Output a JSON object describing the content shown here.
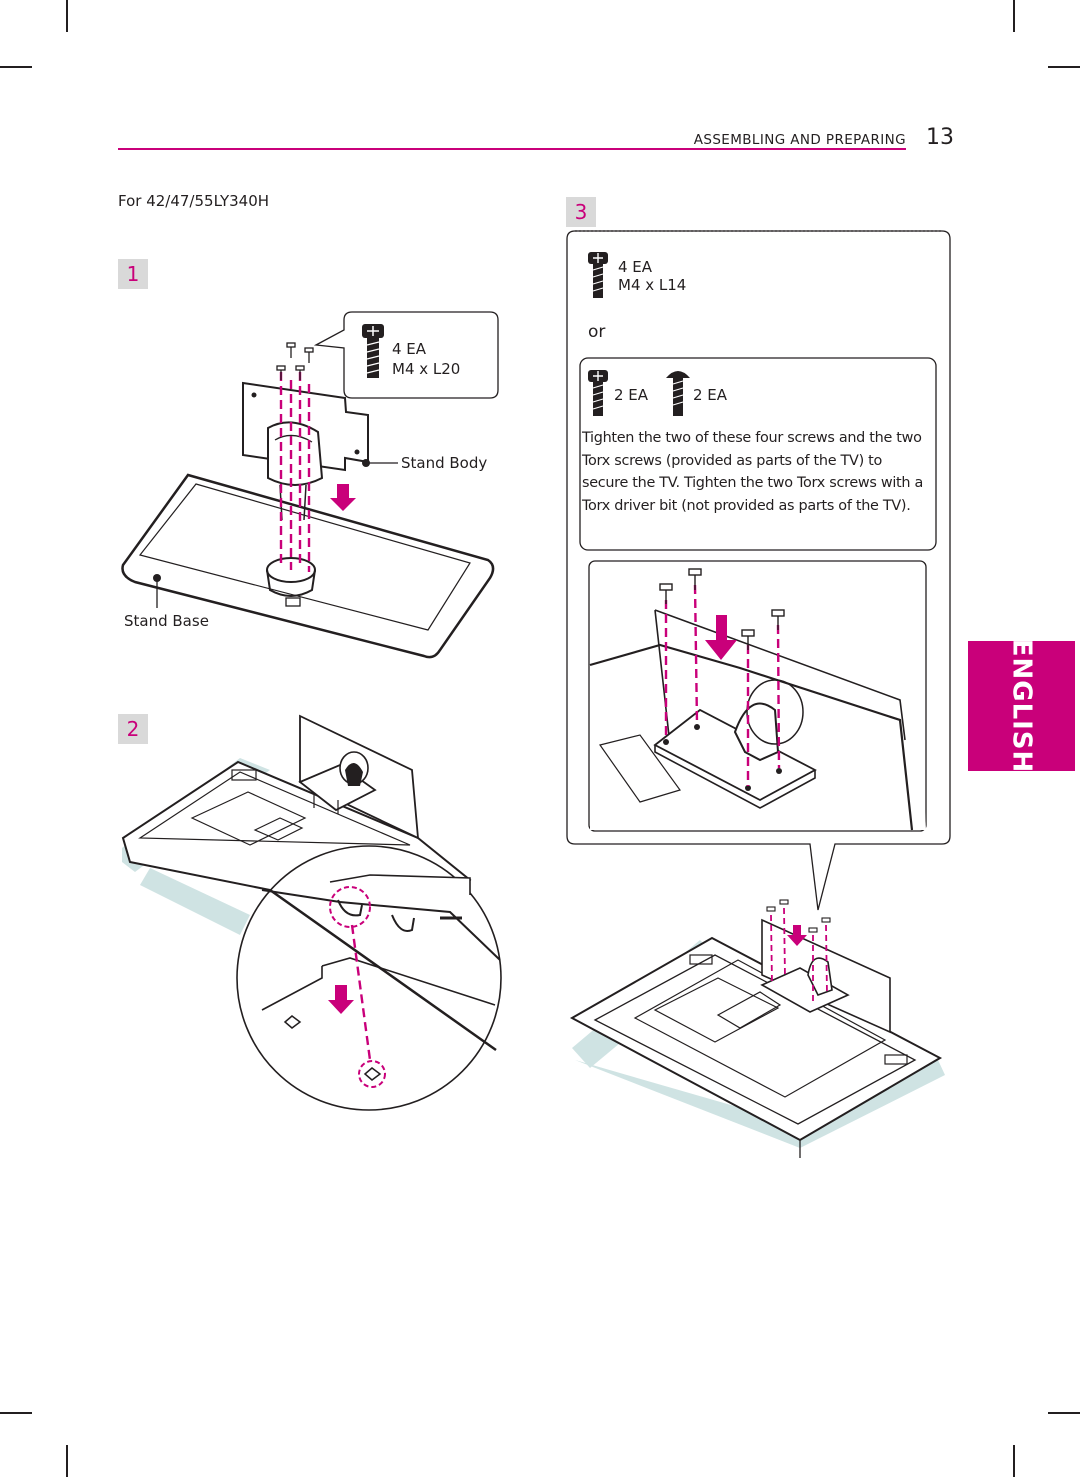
{
  "header": {
    "section_title": "ASSEMBLING AND PREPARING",
    "page_number": "13"
  },
  "language_tab": "ENGLISH",
  "model_label": "For 42/47/55LY340H",
  "steps": [
    {
      "number": "1",
      "screw_qty": "4 EA",
      "screw_spec": "M4 x L20",
      "labels": {
        "stand_body": "Stand Body",
        "stand_base": "Stand Base"
      }
    },
    {
      "number": "2"
    },
    {
      "number": "3",
      "screw_option_a": {
        "qty": "4 EA",
        "spec": "M4 x L14"
      },
      "or_text": "or",
      "screw_option_b": {
        "qty_phillips": "2 EA",
        "qty_torx": "2 EA"
      },
      "description": "Tighten the two of these four screws and the two Torx screws (provided as parts of the TV) to secure the TV. Tighten the two Torx screws with a Torx driver bit (not provided as parts of the TV)."
    }
  ],
  "colors": {
    "accent": "#c9007a",
    "badge_bg": "#d9d9d9",
    "text": "#231f20",
    "shadow": "#cfe3e3"
  },
  "icons": [
    "phillips-screw-icon",
    "torx-screw-icon",
    "down-arrow-icon"
  ]
}
